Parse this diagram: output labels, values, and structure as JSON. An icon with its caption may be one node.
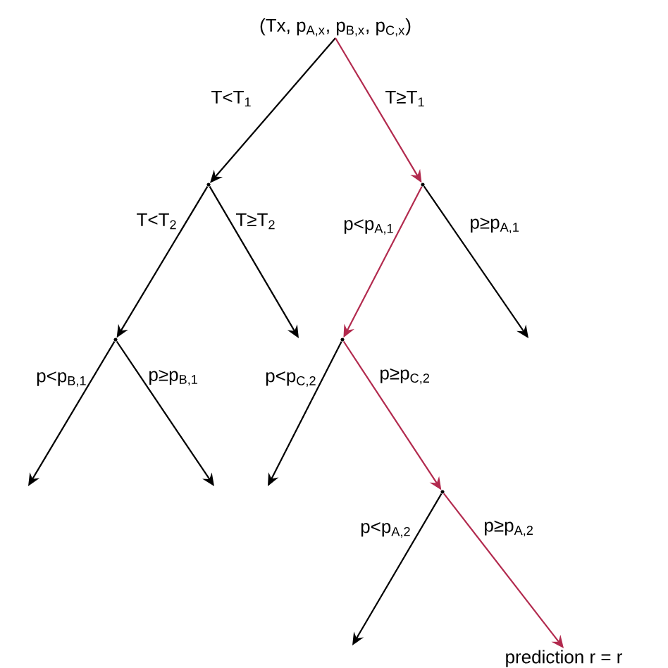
{
  "diagram": {
    "nodes": [
      {
        "text": [
          "(Tx, p$_{A,x}$, p$_{B,x}$, p$_{C,x}$)"
        ]
      },
      {
        "text": [],
        "shape": "point"
      },
      {
        "text": [],
        "shape": "point"
      },
      {
        "text": [],
        "shape": "point"
      },
      {
        "text": [],
        "shape": "point"
      },
      {
        "text": [],
        "shape": "point"
      },
      {
        "text": [
          "prediction r = r"
        ]
      }
    ],
    "edges": [
      {
        "from": 0,
        "to": 1,
        "arrow": "to",
        "label": "T<T$_{1}$"
      },
      {
        "from": 0,
        "to": 2,
        "arrow": "to",
        "label": "T≥T$_{1}$",
        "color": "#b22a4e"
      },
      {
        "from": 1,
        "to": 3,
        "arrow": "to",
        "label": "T<T$_{2}$"
      },
      {
        "from": 1,
        "to": null,
        "arrow": "to",
        "label": "T≥T$_{2}$"
      },
      {
        "from": 2,
        "to": 4,
        "arrow": "to",
        "label": "p<p$_{A,1}$",
        "color": "#b22a4e"
      },
      {
        "from": 2,
        "to": null,
        "arrow": "to",
        "label": "p≥p$_{A,1}$"
      },
      {
        "from": 3,
        "to": null,
        "arrow": "to",
        "label": "p<p$_{B,1}$"
      },
      {
        "from": 3,
        "to": null,
        "arrow": "to",
        "label": "p≥p$_{B,1}$"
      },
      {
        "from": 4,
        "to": null,
        "arrow": "to",
        "label": "p<p$_{C,2}$"
      },
      {
        "from": 4,
        "to": 5,
        "arrow": "to",
        "label": "p≥p$_{C,2}$",
        "color": "#b22a4e"
      },
      {
        "from": 5,
        "to": null,
        "arrow": "to",
        "label": "p<p$_{A,2}$"
      },
      {
        "from": 5,
        "to": 6,
        "arrow": "to",
        "label": "p≥p$_{A,2}$",
        "color": "#b22a4e"
      }
    ]
  }
}
